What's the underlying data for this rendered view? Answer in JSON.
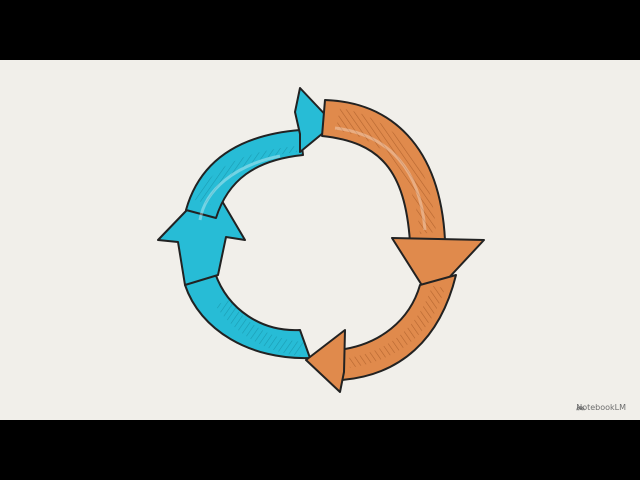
{
  "colors": {
    "letterbox": "#000000",
    "paper": "#f1efea",
    "blue_arrow": "#27bcd6",
    "blue_hatch": "#0f7f93",
    "orange_arrow": "#e08a4c",
    "orange_hatch": "#a2521d",
    "outline": "#222222"
  },
  "illustration": {
    "subject": "cycle-arrows",
    "arrows": [
      {
        "name": "blue-arrow",
        "color": "blue"
      },
      {
        "name": "orange-arrow",
        "color": "orange"
      }
    ]
  },
  "watermark": {
    "text": "NotebookLM",
    "icon": "notebooklm-logo-icon"
  }
}
